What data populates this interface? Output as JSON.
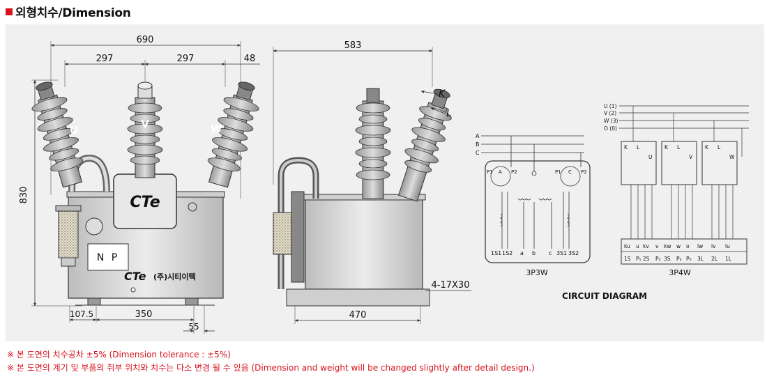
{
  "header": {
    "title": "외형치수/Dimension"
  },
  "front": {
    "dim_total": "690",
    "dim_left": "297",
    "dim_right": "297",
    "dim_edge": "48",
    "dim_height": "830",
    "dim_bottom_left": "107.5",
    "dim_bottom_span": "350",
    "dim_bottom_small": "55",
    "bushing_labels": [
      "U",
      "V",
      "W"
    ],
    "brand_mark": "CTe",
    "np_label": "N P",
    "company": "(주)시티이텍"
  },
  "side": {
    "dim_depth": "583",
    "dim_base": "470",
    "holes": "4-17X30",
    "term_k": "K",
    "term_l": "L"
  },
  "circuit": {
    "title": "CIRCUIT DIAGRAM",
    "d3p3w": {
      "label": "3P3W",
      "lines": [
        "A",
        "B",
        "C"
      ],
      "p_labels": [
        "P1",
        "P2",
        "P1",
        "P2"
      ],
      "ct_labels": [
        "A",
        "C"
      ],
      "bottom": [
        "1S1",
        "1S2",
        "a",
        "b",
        "c",
        "3S1",
        "3S2"
      ]
    },
    "d3p4w": {
      "label": "3P4W",
      "lines": [
        "U (1)",
        "V (2)",
        "W (3)",
        "O (0)"
      ],
      "box_labels": [
        "K",
        "L",
        "K",
        "L",
        "K",
        "L"
      ],
      "phase_labels": [
        "U",
        "V",
        "W"
      ],
      "term_top": [
        "ku",
        "u",
        "kv",
        "v",
        "kw",
        "w",
        "o",
        "lw",
        "lv",
        "lu"
      ],
      "term_bottom": [
        "1S",
        "P₁",
        "2S",
        "P₂",
        "3S",
        "P₃",
        "P₀",
        "3L",
        "2L",
        "1L"
      ]
    }
  },
  "notes": [
    "※ 본 도면의 치수공차 ±5% (Dimension tolerance : ±5%)",
    "※ 본 도면의 계기 및 부품의 취부 위치와 치수는 다소 변경 될 수 있음 (Dimension and weight will be changed slightly after detail design.)"
  ]
}
